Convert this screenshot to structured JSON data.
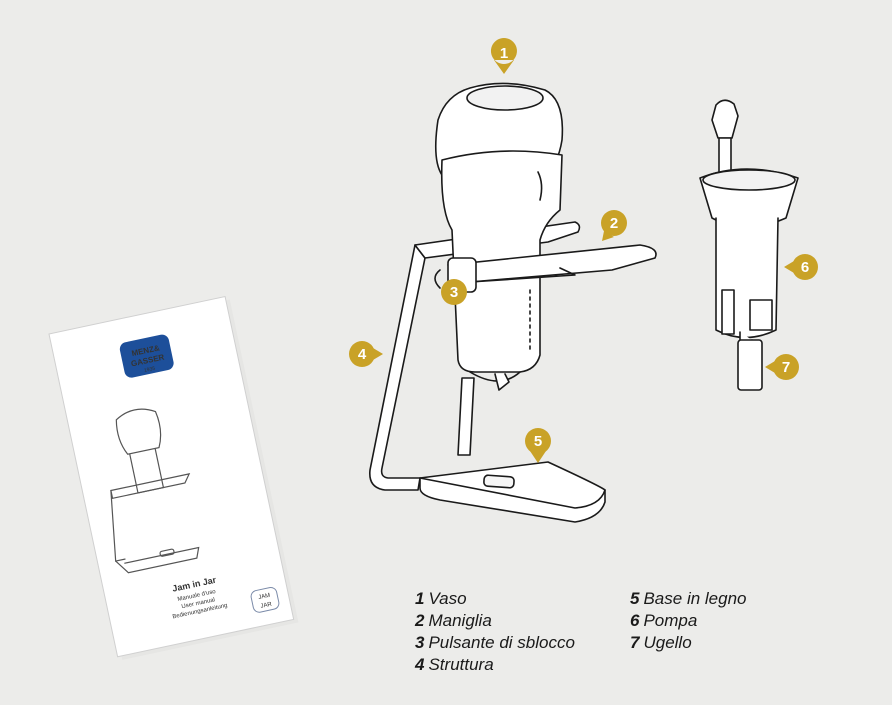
{
  "manual": {
    "logo_line1": "MENZ&",
    "logo_line2": "GASSER",
    "logo_year": "1935",
    "title": "Jam in Jar",
    "lines": [
      "Manuale d'uso",
      "User manual",
      "Bedienungsanleitung"
    ],
    "stamp_line1": "JAM",
    "stamp_line2": "JAR"
  },
  "callouts": [
    {
      "num": "1",
      "label": "Vaso"
    },
    {
      "num": "2",
      "label": "Maniglia"
    },
    {
      "num": "3",
      "label": "Pulsante di sblocco"
    },
    {
      "num": "4",
      "label": "Struttura"
    },
    {
      "num": "5",
      "label": "Base in legno"
    },
    {
      "num": "6",
      "label": "Pompa"
    },
    {
      "num": "7",
      "label": "Ugello"
    }
  ],
  "colors": {
    "badge": "#c9a227",
    "outline": "#1a1a1a",
    "background": "#ececea"
  }
}
